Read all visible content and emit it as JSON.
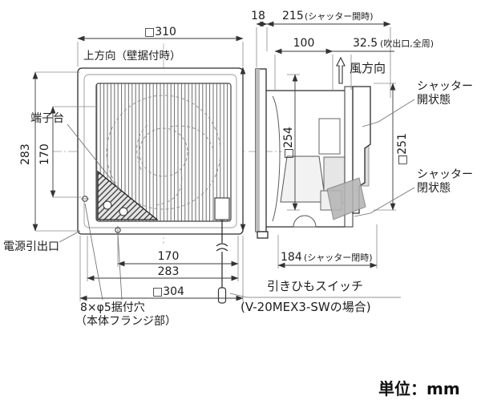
{
  "diagram": {
    "front": {
      "orientation_note": "上方向（壁据付時）",
      "dim_width": "□310",
      "dim_left_outer": "283",
      "dim_left_inner": "170",
      "dim_bottom_inner": "170",
      "dim_bottom_mid": "283",
      "dim_bottom_outer": "□304",
      "terminal_label": "端子台",
      "power_outlet_label": "電源引出口",
      "mount_holes_label": "8×φ5据付穴",
      "mount_holes_note": "（本体フランジ部）"
    },
    "side": {
      "dim_depth_flange": "18",
      "dim_depth_open": "215",
      "dim_depth_open_note": "(シャッター開時)",
      "dim_100": "100",
      "dim_outlet": "32.5",
      "dim_outlet_note": "(吹出口,全周)",
      "wind_direction_label": "風方向",
      "dim_opening": "□254",
      "dim_shutter": "□251",
      "shutter_open_label_1": "シャッター",
      "shutter_open_label_2": "開状態",
      "shutter_closed_label_1": "シャッター",
      "shutter_closed_label_2": "閉状態",
      "dim_depth_closed": "184",
      "dim_depth_closed_note": "(シャッター閉時)",
      "cord_switch_label": "引きひもスイッチ",
      "cord_switch_note": "(V-20MEX3-SWの場合)"
    },
    "units_label": "単位：mm"
  }
}
